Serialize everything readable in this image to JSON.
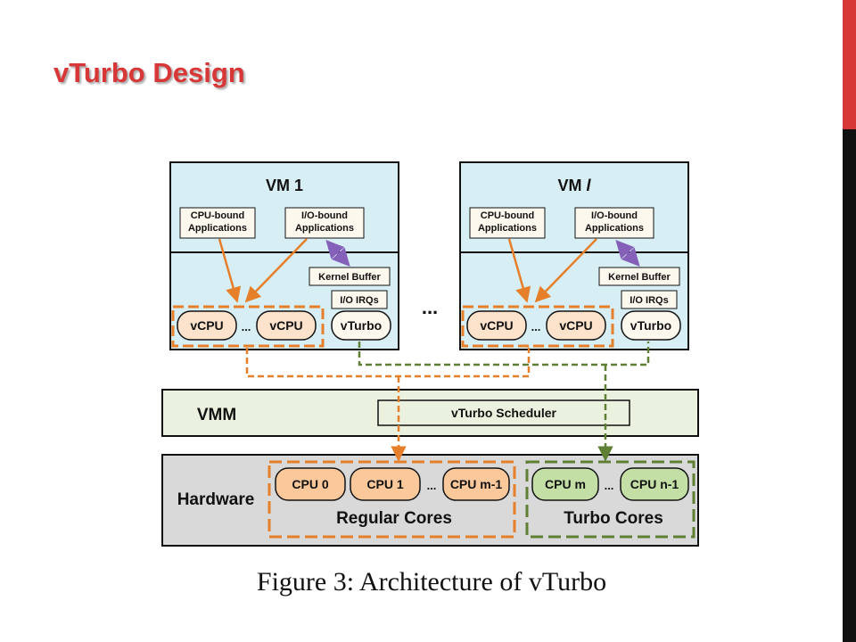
{
  "slide": {
    "title": "vTurbo Design"
  },
  "figure": {
    "caption": "Figure 3: Architecture of vTurbo",
    "vms": [
      {
        "title_prefix": "VM ",
        "title_index": "1",
        "cpu_apps_line1": "CPU-bound",
        "cpu_apps_line2": "Applications",
        "io_apps_line1": "I/O-bound",
        "io_apps_line2": "Applications",
        "kernel_buffer": "Kernel Buffer",
        "io_irqs": "I/O IRQs",
        "vcpu_a": "vCPU",
        "vcpu_b": "vCPU",
        "vcpu_sep": "...",
        "vturbo": "vTurbo"
      },
      {
        "title_prefix": "VM ",
        "title_index": "l",
        "cpu_apps_line1": "CPU-bound",
        "cpu_apps_line2": "Applications",
        "io_apps_line1": "I/O-bound",
        "io_apps_line2": "Applications",
        "kernel_buffer": "Kernel Buffer",
        "io_irqs": "I/O IRQs",
        "vcpu_a": "vCPU",
        "vcpu_b": "vCPU",
        "vcpu_sep": "...",
        "vturbo": "vTurbo"
      }
    ],
    "vm_ellipsis": "...",
    "vmm": {
      "label": "VMM",
      "scheduler": "vTurbo Scheduler"
    },
    "hardware": {
      "label": "Hardware",
      "regular_cores": [
        "CPU 0",
        "CPU 1",
        "CPU m-1"
      ],
      "regular_sep": "...",
      "regular_group_label": "Regular Cores",
      "turbo_cores": [
        "CPU m",
        "CPU n-1"
      ],
      "turbo_sep": "...",
      "turbo_group_label": "Turbo Cores"
    },
    "colors": {
      "vm_fill": "#d8eef5",
      "vmm_fill": "#ebf1df",
      "hardware_fill": "#d9d9d9",
      "regular_core_fill": "#fac89a",
      "turbo_core_fill": "#c4dfa5",
      "vcpu_fill": "#fde3cc",
      "orange": "#e57f2a",
      "green": "#5f7f35",
      "purple": "#8460b8"
    }
  }
}
